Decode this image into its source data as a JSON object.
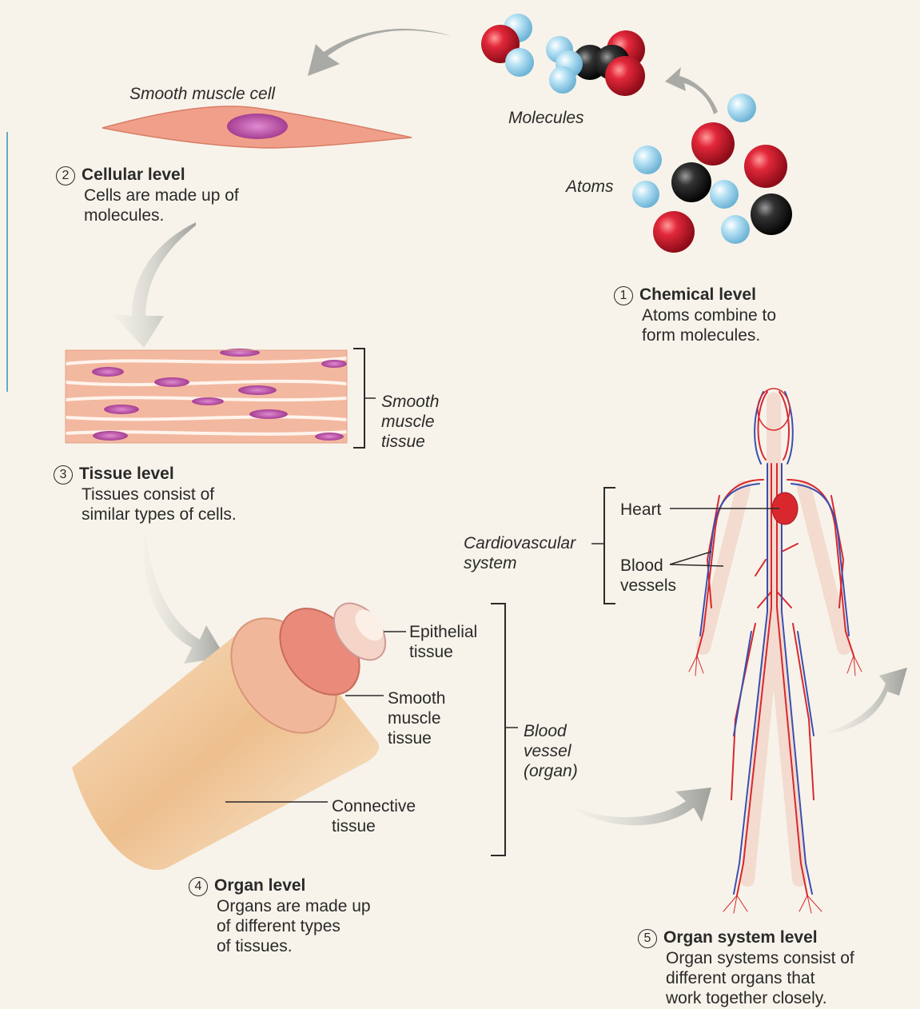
{
  "steps": [
    {
      "number": "1",
      "title": "Chemical level",
      "description": [
        "Atoms combine to",
        "form molecules."
      ]
    },
    {
      "number": "2",
      "title": "Cellular level",
      "description": [
        "Cells are made up of",
        "molecules."
      ]
    },
    {
      "number": "3",
      "title": "Tissue level",
      "description": [
        "Tissues consist of",
        "similar types of cells."
      ]
    },
    {
      "number": "4",
      "title": "Organ level",
      "description": [
        "Organs are made up",
        "of different types",
        "of tissues."
      ]
    },
    {
      "number": "5",
      "title": "Organ system level",
      "description": [
        "Organ systems consist of",
        "different organs that",
        "work together closely."
      ]
    }
  ],
  "labels": {
    "molecules": "Molecules",
    "atoms": "Atoms",
    "smooth_muscle_cell": "Smooth muscle cell",
    "smooth_muscle_tissue": [
      "Smooth",
      "muscle",
      "tissue"
    ],
    "epithelial_tissue": [
      "Epithelial",
      "tissue"
    ],
    "vessel_smooth_muscle": [
      "Smooth",
      "muscle",
      "tissue"
    ],
    "connective_tissue": [
      "Connective",
      "tissue"
    ],
    "blood_vessel_organ": [
      "Blood",
      "vessel",
      "(organ)"
    ],
    "cardiovascular_system": [
      "Cardiovascular",
      "system"
    ],
    "heart": "Heart",
    "blood_vessels": [
      "Blood",
      "vessels"
    ]
  },
  "colors": {
    "oxygen_atom": "#d01e2e",
    "hydrogen_atom": "#a9d8ee",
    "carbon_atom": "#1e1e1e",
    "muscle_cell": "#f2a58c",
    "nucleus": "#b84fa0",
    "artery": "#d8282e",
    "vein": "#3a4fb0",
    "arrow": "#a9aaa6"
  }
}
